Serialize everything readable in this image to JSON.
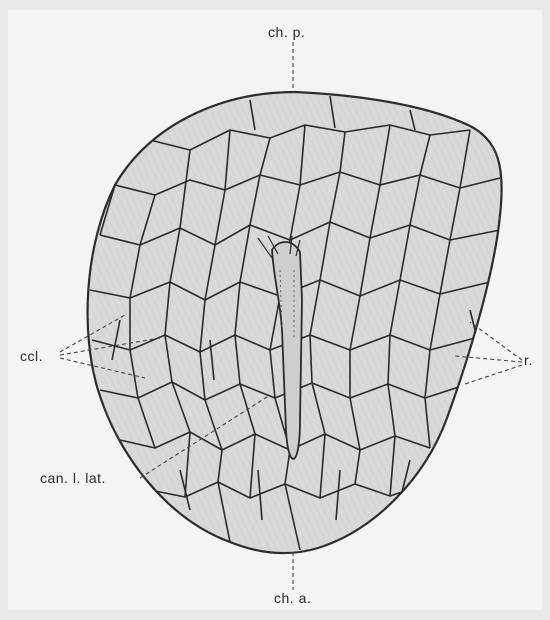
{
  "labels": {
    "ch_p": "ch. p.",
    "ccl": "ccl.",
    "r": "r.",
    "can_l_lat": "can. l. lat.",
    "ch_a": "ch. a."
  },
  "colors": {
    "paper": "#f4f4f1",
    "stipple": "#dcdcd8",
    "ink": "#2b2b2b",
    "hatch": "#9a9a96"
  }
}
